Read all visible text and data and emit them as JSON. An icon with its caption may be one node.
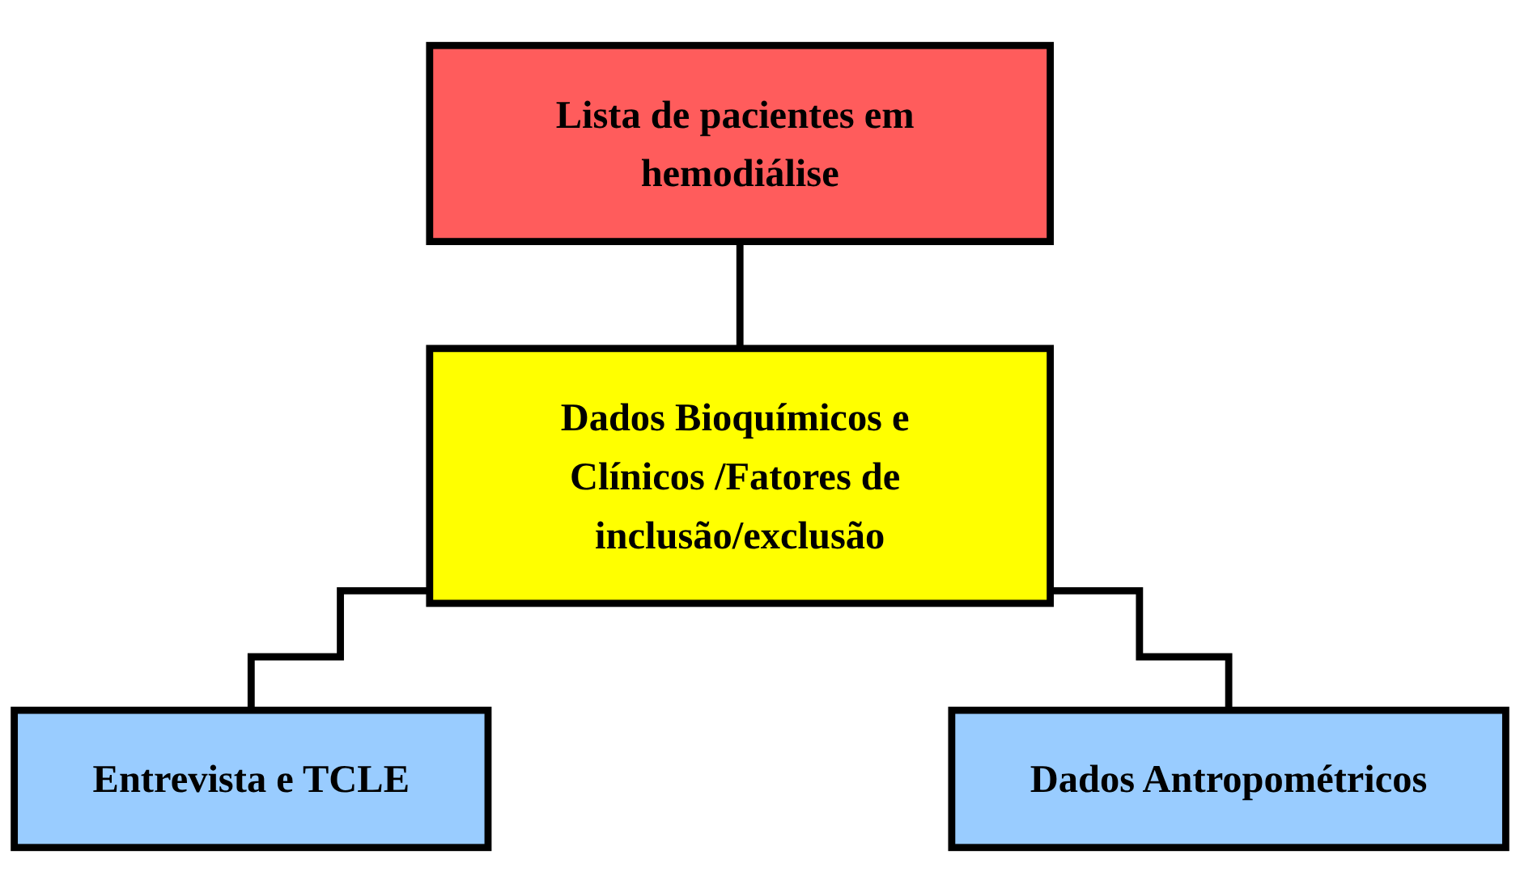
{
  "diagram": {
    "nodes": [
      {
        "text": [
          "Lista de pacientes em hemodiálise"
        ]
      },
      {
        "text": [
          "Dados Bioquímicos e Clínicos /Fatores de inclusão/exclusão"
        ]
      },
      {
        "text": [
          "Entrevista e TCLE"
        ]
      },
      {
        "text": [
          "Dados Antropométricos"
        ]
      }
    ],
    "edges": [
      {
        "from": 0,
        "to": 1,
        "arrow": "none"
      },
      {
        "from": 1,
        "to": 2,
        "arrow": "none"
      },
      {
        "from": 1,
        "to": 3,
        "arrow": "none"
      }
    ]
  }
}
